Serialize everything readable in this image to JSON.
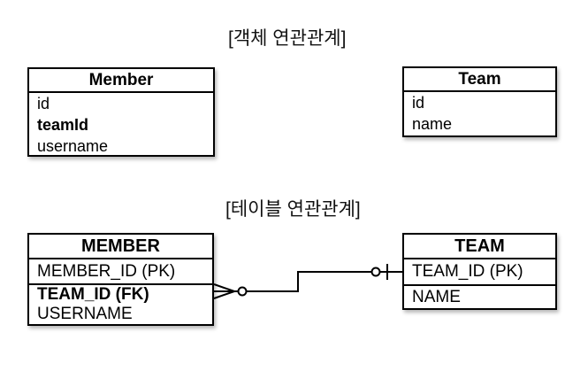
{
  "object_section": {
    "title": "[객체 연관관계]",
    "entities": [
      {
        "name": "Member",
        "fields": [
          {
            "label": "id",
            "bold": false
          },
          {
            "label": "teamId",
            "bold": true
          },
          {
            "label": "username",
            "bold": false
          }
        ]
      },
      {
        "name": "Team",
        "fields": [
          {
            "label": "id",
            "bold": false
          },
          {
            "label": "name",
            "bold": false
          }
        ]
      }
    ]
  },
  "table_section": {
    "title": "[테이블 연관관계]",
    "tables": [
      {
        "name": "MEMBER",
        "pk_row": "MEMBER_ID (PK)",
        "rows": [
          {
            "label": "TEAM_ID (FK)",
            "bold": true
          },
          {
            "label": "USERNAME",
            "bold": false
          }
        ]
      },
      {
        "name": "TEAM",
        "pk_row": "TEAM_ID (PK)",
        "rows": [
          {
            "label": "NAME",
            "bold": false
          }
        ]
      }
    ],
    "relationship": {
      "from_table": "MEMBER",
      "to_table": "TEAM",
      "from_cardinality": "zero-or-many (crow's foot + circle)",
      "to_cardinality": "zero-or-one (circle + tick)"
    }
  },
  "colors": {
    "line": "#000000",
    "background": "#ffffff",
    "box_fill": "#ffffff"
  }
}
